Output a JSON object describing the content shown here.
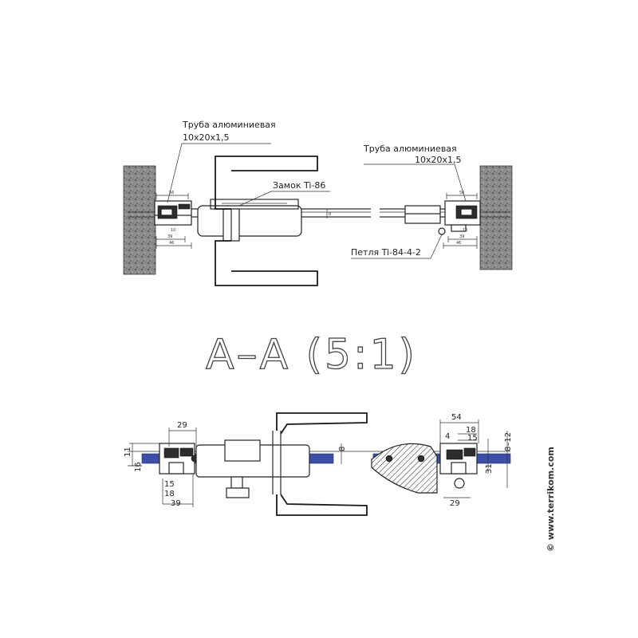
{
  "labels": {
    "left_tube": "Труба алюминиевая",
    "left_tube_size": "10x20x1,5",
    "right_tube": "Труба алюминиевая",
    "right_tube_size": "10x20x1,5",
    "lock": "Замок Ti-86",
    "hinge": "Петля Ti-84-4-2"
  },
  "section_title": "A–A  (5:1)",
  "copyright": "© www.terrikom.com",
  "top_dims": {
    "left_56": "56",
    "left_39": "39",
    "left_46": "46",
    "left_10": "10",
    "mid_8": "8",
    "right_56": "56",
    "right_39": "39",
    "right_46": "46",
    "right_10": "10"
  },
  "bottom_dims": {
    "d29_top": "29",
    "d11": "11",
    "d16": "16",
    "d15_left": "15",
    "d18_left": "18",
    "d39": "39",
    "d8_mid": "8",
    "d54": "54",
    "d4": "4",
    "d18_right": "18",
    "d15_right": "15",
    "d8_12": "8–12",
    "d31": "31",
    "d29_bottom": "29"
  },
  "colors": {
    "glass": "#3b4fa8",
    "lines": "#2a2a2a",
    "wall_fill": "#9a9a9a"
  }
}
